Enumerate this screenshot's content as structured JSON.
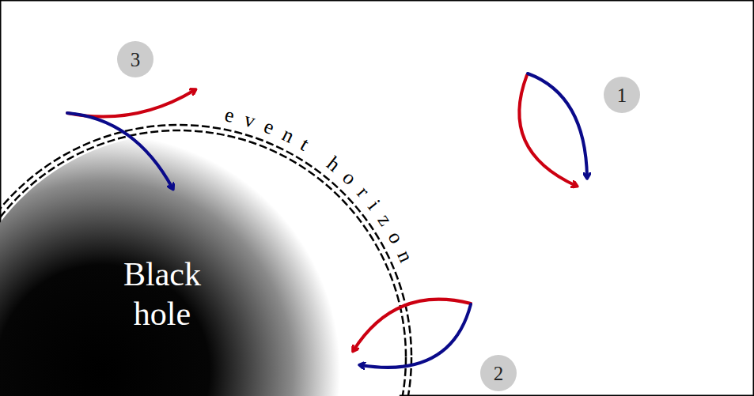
{
  "diagram": {
    "nodes": [
      {
        "text": [
          "3"
        ]
      },
      {
        "text": [
          "1"
        ]
      },
      {
        "text": [
          "Black hole"
        ]
      },
      {
        "text": [
          "2"
        ]
      }
    ],
    "labels": [
      "event horizon"
    ]
  }
}
